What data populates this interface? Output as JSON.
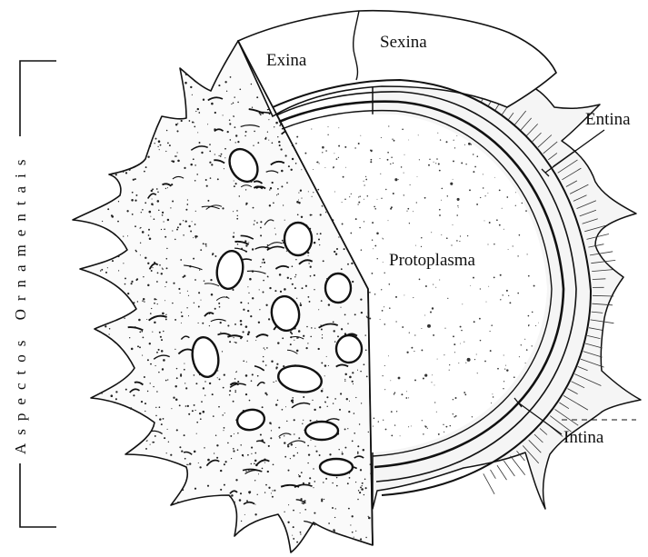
{
  "diagram": {
    "side_label": "Aspectos Ornamentais",
    "labels": {
      "exina": "Exina",
      "sexina": "Sexina",
      "entina": "Entina",
      "protoplasma": "Protoplasma",
      "intina": "Intina"
    },
    "colors": {
      "ink": "#111111",
      "paper": "#ffffff",
      "stipple": "#222222"
    }
  }
}
